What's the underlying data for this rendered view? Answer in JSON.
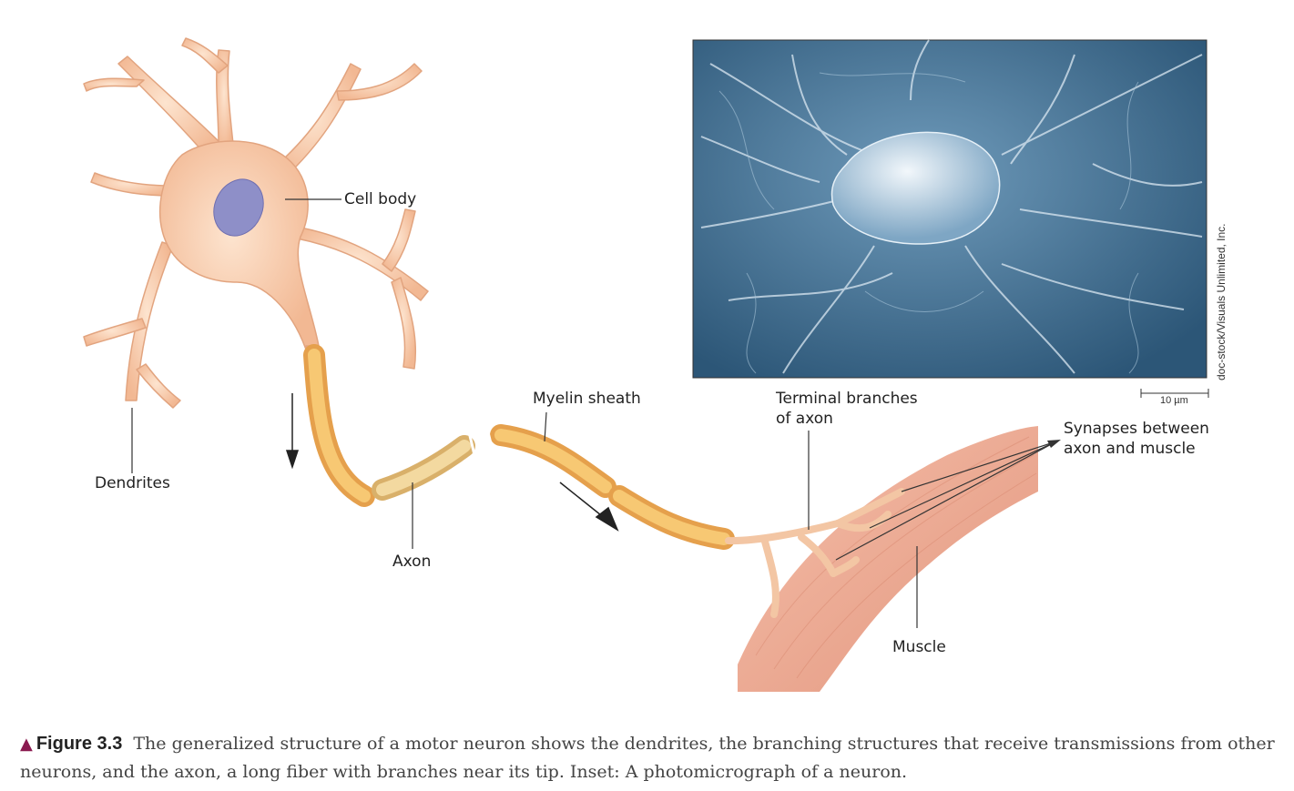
{
  "labels": {
    "cell_body": "Cell body",
    "dendrites": "Dendrites",
    "axon": "Axon",
    "myelin_sheath": "Myelin sheath",
    "terminal_branches_line1": "Terminal branches",
    "terminal_branches_line2": "of axon",
    "synapses_line1": "Synapses between",
    "synapses_line2": "axon and muscle",
    "muscle": "Muscle"
  },
  "inset": {
    "scale": "10 µm",
    "credit": "doc-stock/Visuals Unlimited, Inc."
  },
  "caption": {
    "marker": "▲",
    "figure": "Figure 3.3",
    "text": "The generalized structure of a motor neuron shows the dendrites, the branching structures that receive transmissions from other neurons, and the axon, a long fiber with branches near its tip. Inset: A photomicrograph of a neuron."
  },
  "colors": {
    "neuron_fill": "#f6c9a4",
    "myelin": "#f2b24f",
    "nucleus": "#8e8fc8",
    "muscle": "#e79a7f",
    "micrograph_bg": "#3f6f92",
    "caption_marker": "#8a1a50"
  }
}
